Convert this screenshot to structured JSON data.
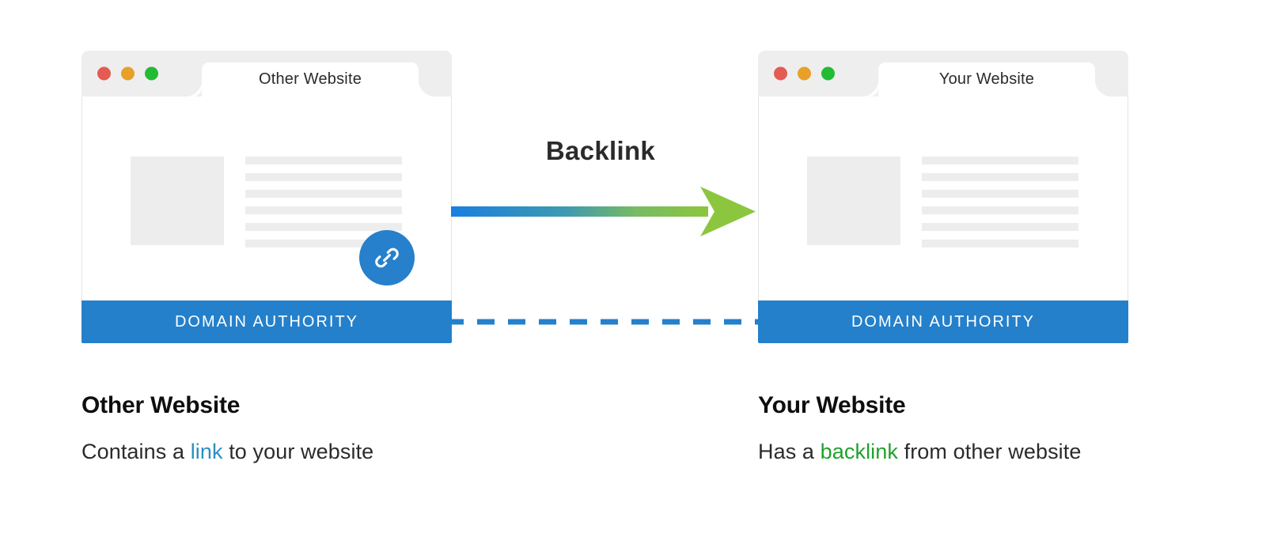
{
  "diagram": {
    "title_concept": "Backlink",
    "connector_label": "Backlink",
    "accent_colors": {
      "domain_authority_bar": "#2480cb",
      "link_badge": "#2680cb",
      "arrow_start": "#1a7ee0",
      "arrow_end": "#8cc63e",
      "dashed_line": "#2480cb",
      "link_text": "#2a8fc4",
      "backlink_text": "#21a12d"
    }
  },
  "windows": [
    {
      "id": "other-website",
      "tab_label": "Other Website",
      "traffic_lights": [
        "close-red",
        "minimize-yellow",
        "maximize-green"
      ],
      "content_lines": 6,
      "has_link_badge": true,
      "link_icon": "chain-link-icon",
      "footer_label": "DOMAIN AUTHORITY"
    },
    {
      "id": "your-website",
      "tab_label": "Your Website",
      "traffic_lights": [
        "close-red",
        "minimize-yellow",
        "maximize-green"
      ],
      "content_lines": 6,
      "has_link_badge": false,
      "link_icon": null,
      "footer_label": "DOMAIN AUTHORITY"
    }
  ],
  "captions": [
    {
      "title": "Other Website",
      "sub_prefix": "Contains a ",
      "sub_highlight": "link",
      "sub_suffix": " to your website"
    },
    {
      "title": "Your Website",
      "sub_prefix": "Has a ",
      "sub_highlight": "backlink",
      "sub_suffix": " from other website"
    }
  ]
}
